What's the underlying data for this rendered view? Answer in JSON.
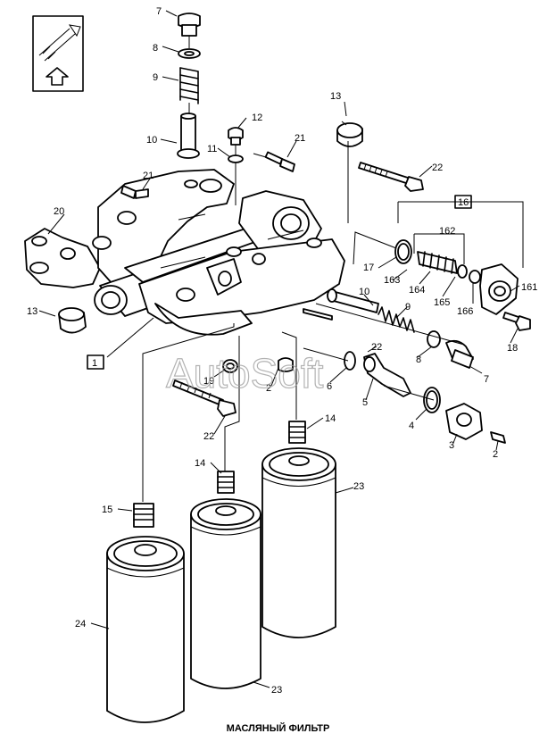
{
  "caption": "МАСЛЯНЫЙ ФИЛЬТР",
  "watermark": "AutoSoft",
  "icon": "front-direction-arrow-icon",
  "callouts": [
    "7",
    "8",
    "9",
    "10",
    "12",
    "11",
    "21",
    "13",
    "22",
    "21",
    "16",
    "20",
    "162",
    "17",
    "163",
    "164",
    "165",
    "166",
    "161",
    "13",
    "1",
    "10",
    "9",
    "22",
    "8",
    "18",
    "7",
    "19",
    "2",
    "6",
    "5",
    "4",
    "3",
    "2",
    "22",
    "14",
    "14",
    "23",
    "15",
    "24",
    "23"
  ]
}
